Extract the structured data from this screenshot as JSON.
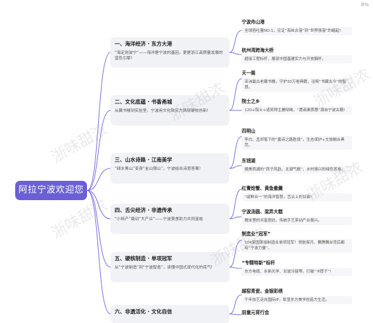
{
  "zoom_label": "8%",
  "root": {
    "label": "阿拉宁波欢迎您"
  },
  "branches": [
    {
      "title": "一、海洋经济 · 东方大港",
      "desc": "“海定则波宁”——海洋是宁波的基因，更是浙江高质量发展的蓝色引擎!",
      "leaves": [
        {
          "title": "宁波舟山港",
          "desc": "全球吞吐量NO.1，见证“海丝古港”到“世界强港”的崛起!"
        },
        {
          "title": "杭州湾跨海大桥",
          "desc": "超级工程标杆，展现中国基建实力与开放胸怀。"
        }
      ]
    },
    {
      "title": "二、文化底蕴 · 书香甬城",
      "desc": "从藏书楼到实验室，宁波用文化软实力铸就硬核创新!",
      "leaves": [
        {
          "title": "天一阁",
          "desc": "亚洲最古老藏书楼，守护30万卷典籍，诠释“书藏古今”的智慧。"
        },
        {
          "title": "院士之乡",
          "desc": "120+院士+诺奖得主屠呦呦，“甬商素质惠”源自宁波古籍!"
        }
      ]
    },
    {
      "title": "三、山水诗路 · 江南美学",
      "desc": "“绿水青山”变身“金山银山”，宁波给出诗意答案!",
      "leaves": [
        {
          "title": "四明山",
          "desc": "李白、孟郊笔下的“唐诗之路胜境”，生态保护+文旅融合典范。"
        },
        {
          "title": "东钱湖",
          "desc": "媲美西湖的“西子风韵，太湖气概”，乡村振兴的绿色答卷。"
        }
      ]
    },
    {
      "title": "四、舌尖经济 · 非遗传承",
      "desc": "“小特产”撬动“大产业”——宁波美食助力共同富裕",
      "leaves": [
        {
          "title": "红膏炝蟹、黄鱼鲞羹",
          "desc": "“咸鲜合一”的海洋智慧，舌尖上的甘甜!"
        },
        {
          "title": "宁波汤圆、梁弄大糕",
          "desc": "糯米里的共富密码，传统手艺带动产业振兴。"
        }
      ]
    },
    {
      "title": "五、硬核制造 · 单项冠军",
      "desc": "从“宁波制造”到“宁波智造”，读懂中国式现代化的底气!",
      "leaves": [
        {
          "title": "制造业“冠军”",
          "desc": "104家国家级制造业单项冠军！领航探月、赛腾舞台背后都有“宁波力量”。"
        },
        {
          "title": "“专精特新”标杆",
          "desc": "东方电缆、永新光学、甘波冷链等，打破“卡脖子”!"
        }
      ]
    },
    {
      "title": "六、非遗活化 · 文化自信",
      "desc": "",
      "leaves": [
        {
          "title": "越窑青瓷、金银彩绣",
          "desc": "千年技艺走向国际IP，彰显东方美学创造力生活。"
        },
        {
          "title": "前童元宵行会",
          "desc": ""
        }
      ]
    }
  ],
  "watermarks": [
    "浙味甜浓",
    "浙味甜浓",
    "浙味甜浓",
    "浙味甜浓",
    "浙味甜浓",
    "浙味甜浓"
  ],
  "colors": {
    "root": "#6a5fd6",
    "line": "#7b73e0",
    "branch_bg": "#f1f2f6",
    "leaf_bg": "#f6f6f8"
  }
}
